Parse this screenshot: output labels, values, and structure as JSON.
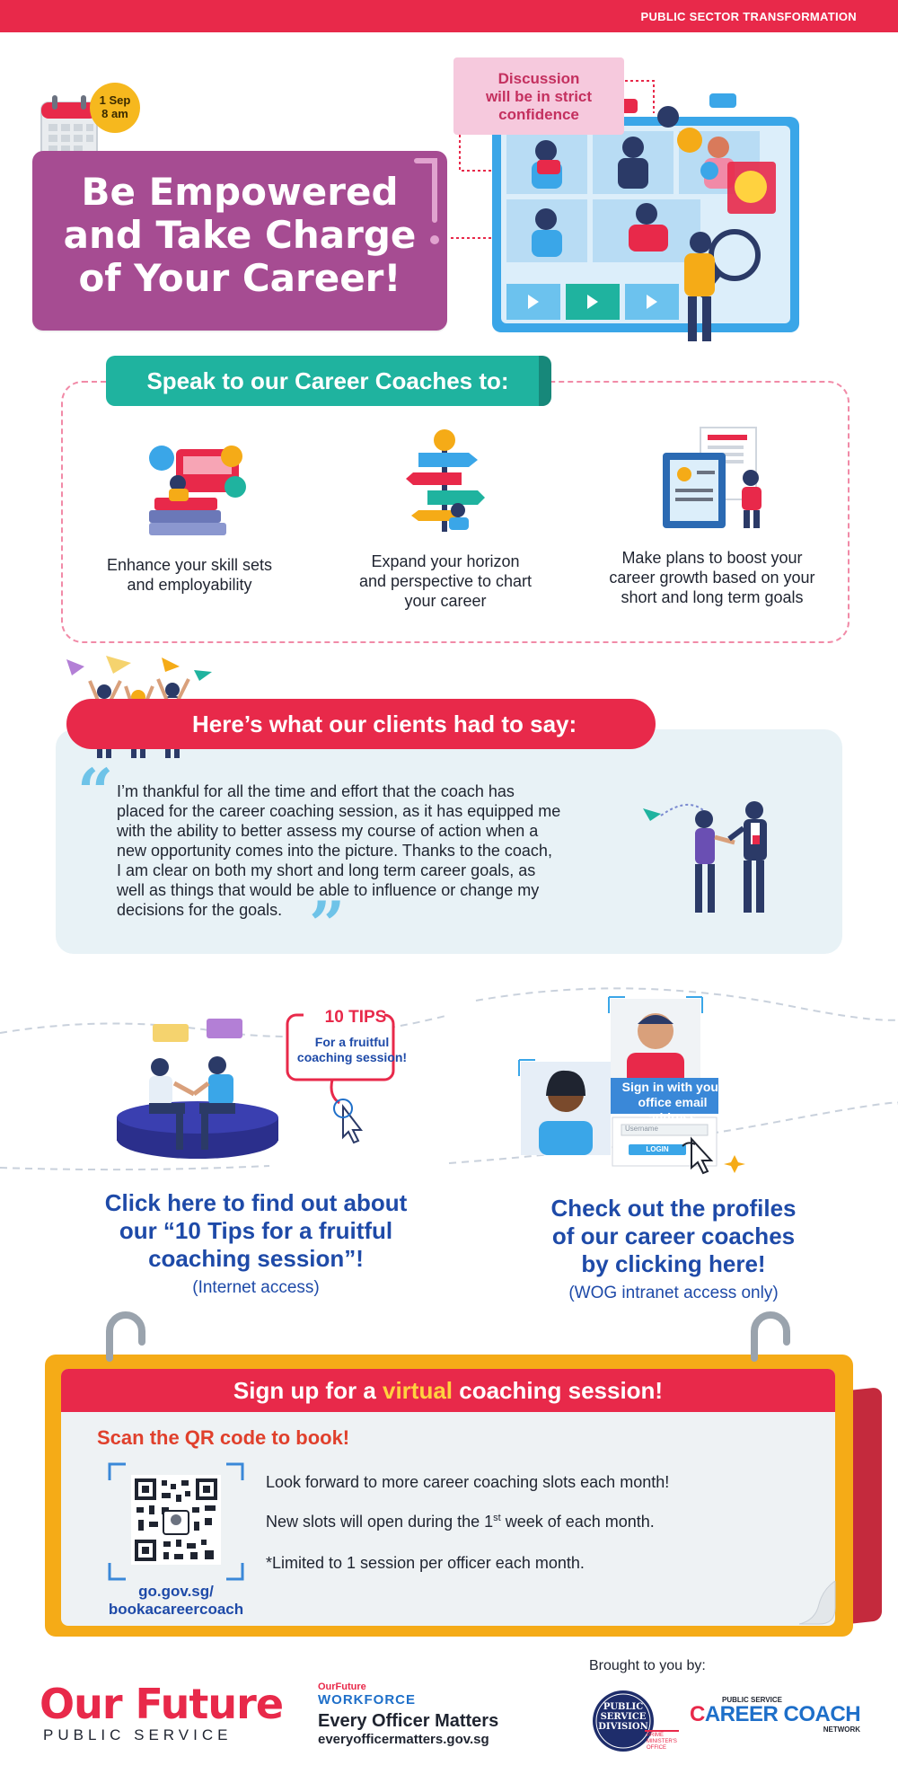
{
  "header": {
    "banner": "PUBLIC SECTOR TRANSFORMATION"
  },
  "event": {
    "date_line1": "1 Sep",
    "date_line2": "8 am"
  },
  "hero": {
    "title_line1": "Be Empowered",
    "title_line2": "and Take Charge",
    "title_line3": "of Your Career!",
    "confidential_line1": "Discussion",
    "confidential_line2": "will be in strict",
    "confidential_line3": "confidence"
  },
  "coaches": {
    "heading": "Speak to our Career Coaches to:",
    "items": [
      {
        "line1": "Enhance your skill sets",
        "line2": "and employability",
        "line3": "",
        "icon": "skills-illustration-icon"
      },
      {
        "line1": "Expand your horizon",
        "line2": "and perspective to chart",
        "line3": "your career",
        "icon": "signpost-illustration-icon"
      },
      {
        "line1": "Make plans to boost your",
        "line2": "career growth based on your",
        "line3": "short and long term goals",
        "icon": "career-goals-illustration-icon"
      }
    ]
  },
  "testimonial": {
    "heading": "Here’s what our clients had to say:",
    "quote_lines": [
      "I’m thankful for all the time and effort that the coach has",
      "placed for the career coaching session, as it has equipped me",
      "with the ability to better assess my course of action when a",
      "new opportunity comes into the picture. Thanks to the coach,",
      "I am clear on both my short and long term career goals, as",
      "well as things that would be able to influence or change my",
      "decisions for the goals."
    ]
  },
  "tips": {
    "badge": "10 TIPS",
    "card_line1": "For a fruitful",
    "card_line2": "coaching session!",
    "cta_line1": "Click here to find out about",
    "cta_line2": "our “10 Tips for a fruitful",
    "cta_line3": "coaching session”!",
    "note": "(Internet access)"
  },
  "profiles": {
    "signin_line1": "Sign in with your",
    "signin_line2": "office email address",
    "username_placeholder": "Username",
    "login_label": "LOGIN",
    "cta_line1": "Check out the profiles",
    "cta_line2": "of our career coaches",
    "cta_line3": "by clicking here!",
    "note": "(WOG intranet access only)"
  },
  "signup": {
    "heading_pre": "Sign up for a ",
    "heading_highlight": "virtual",
    "heading_post": " coaching session!",
    "scan_label": "Scan the QR code to book!",
    "link_line1": "go.gov.sg/",
    "link_line2": "bookacareercoach",
    "line1": "Look forward to more career coaching slots each month!",
    "line2_pre": "New slots will open during the 1",
    "line2_sup": "st",
    "line2_post": " week of each month.",
    "line3": "*Limited to 1 session per officer each month."
  },
  "footer": {
    "brought": "Brought to you by:",
    "of_logo_main": "Our Future",
    "of_logo_sub": "PUBLIC SERVICE",
    "wf_small": "OurFuture",
    "wf_big": "WORKFORCE",
    "wf_tag": "Every Officer Matters",
    "wf_url": "everyofficermatters.gov.sg",
    "psd_line1": "PUBLIC",
    "psd_line2": "SERVICE",
    "psd_line3": "DIVISION",
    "psd_sub": "PRIME MINISTER'S OFFICE",
    "ccn_small": "PUBLIC SERVICE",
    "ccn_main_c": "C",
    "ccn_main_rest": "AREER COACH",
    "ccn_net": "NETWORK"
  },
  "colors": {
    "red": "#e8294a",
    "purple": "#a64c92",
    "teal": "#1fb39f",
    "blue": "#1e4aa8",
    "orange": "#f5ab17"
  }
}
